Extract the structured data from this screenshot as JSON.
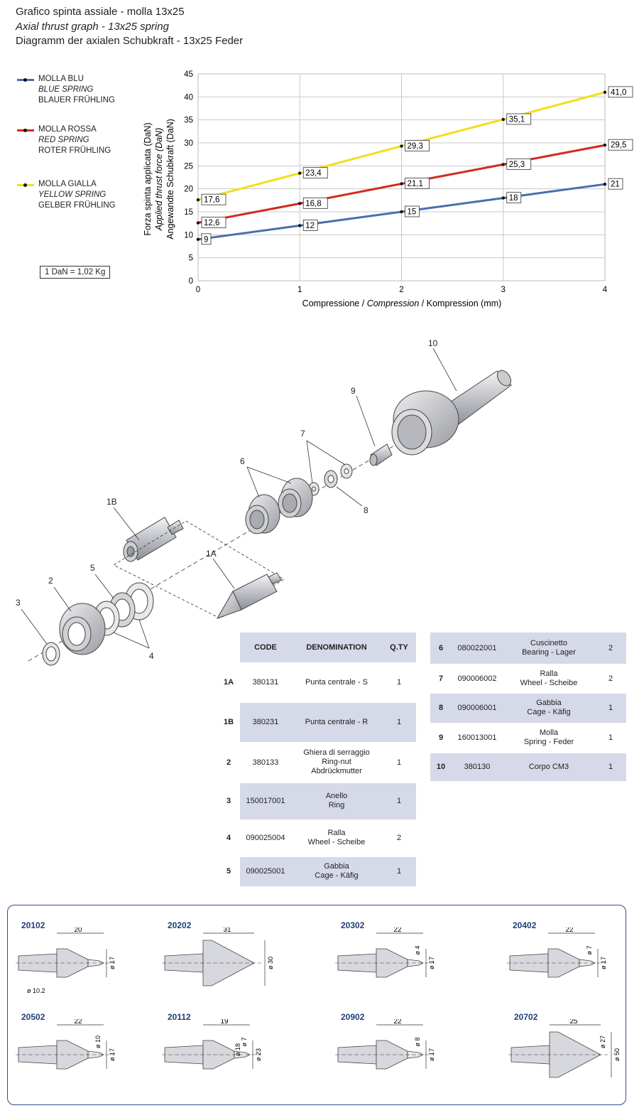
{
  "titles": [
    "Grafico spinta assiale - molla 13x25",
    "Axial thrust graph - 13x25 spring",
    "Diagramm der axialen Schubkraft - 13x25 Feder"
  ],
  "legend": [
    {
      "it": "MOLLA BLU",
      "en": "BLUE SPRING",
      "de": "BLAUER FRÜHLING",
      "color": "#4a6eaf"
    },
    {
      "it": "MOLLA ROSSA",
      "en": "RED SPRING",
      "de": "ROTER FRÜHLING",
      "color": "#d42a1f"
    },
    {
      "it": "MOLLA GIALLA",
      "en": "YELLOW SPRING",
      "de": "GELBER FRÜHLING",
      "color": "#f1df1b"
    }
  ],
  "conversion": "1 DaN = 1,02 Kg",
  "chart_data": {
    "type": "line",
    "x": [
      0,
      1,
      2,
      3,
      4
    ],
    "xlim": [
      0,
      4
    ],
    "ylim": [
      0,
      45
    ],
    "yticks": [
      0,
      5,
      10,
      15,
      20,
      25,
      30,
      35,
      40,
      45
    ],
    "xticks": [
      0,
      1,
      2,
      3,
      4
    ],
    "grid": true,
    "ylabel_lines": [
      "Forza spinta applicata (DaN)",
      "Applied thrust force (DaN)",
      "Angewandte Schubkraft (DaN)"
    ],
    "xlabel_parts": [
      "Compressione / ",
      "Compression",
      " / Kompression (mm)"
    ],
    "series": [
      {
        "color": "#4a6eaf",
        "values": [
          9,
          12,
          15,
          18,
          21
        ],
        "labels": [
          "9",
          "12",
          "15",
          "18",
          "21"
        ]
      },
      {
        "color": "#d42a1f",
        "values": [
          12.6,
          16.8,
          21.1,
          25.3,
          29.5
        ],
        "labels": [
          "12,6",
          "16,8",
          "21,1",
          "25,3",
          "29,5"
        ]
      },
      {
        "color": "#f1df1b",
        "values": [
          17.6,
          23.4,
          29.3,
          35.1,
          41.0
        ],
        "labels": [
          "17,6",
          "23,4",
          "29,3",
          "35,1",
          "41,0"
        ]
      }
    ]
  },
  "callouts": [
    "10",
    "9",
    "7",
    "6",
    "8",
    "1B",
    "5",
    "2",
    "1A",
    "3",
    "4"
  ],
  "table_left": {
    "headers": [
      "CODE",
      "DENOMINATION",
      "Q.TY"
    ],
    "rows": [
      {
        "num": "1A",
        "code": "380131",
        "den": [
          "Punta centrale - S"
        ],
        "qty": "1"
      },
      {
        "num": "1B",
        "code": "380231",
        "den": [
          "Punta centrale - R"
        ],
        "qty": "1"
      },
      {
        "num": "2",
        "code": "380133",
        "den": [
          "Ghiera di serraggio",
          "Ring-nut",
          "Abdrückmutter"
        ],
        "qty": "1"
      },
      {
        "num": "3",
        "code": "150017001",
        "den": [
          "Anello",
          "Ring"
        ],
        "qty": "1"
      },
      {
        "num": "4",
        "code": "090025004",
        "den": [
          "Ralla",
          "Wheel - Scheibe"
        ],
        "qty": "2"
      },
      {
        "num": "5",
        "code": "090025001",
        "den": [
          "Gabbia",
          "Cage - Käfig"
        ],
        "qty": "1"
      }
    ]
  },
  "table_right": {
    "rows": [
      {
        "num": "6",
        "code": "080022001",
        "den": [
          "Cuscinetto",
          "Bearing - Lager"
        ],
        "qty": "2"
      },
      {
        "num": "7",
        "code": "090006002",
        "den": [
          "Ralla",
          "Wheel - Scheibe"
        ],
        "qty": "2"
      },
      {
        "num": "8",
        "code": "090006001",
        "den": [
          "Gabbia",
          "Cage - Käfig"
        ],
        "qty": "1"
      },
      {
        "num": "9",
        "code": "160013001",
        "den": [
          "Molla",
          "Spring - Feder"
        ],
        "qty": "1"
      },
      {
        "num": "10",
        "code": "380130",
        "den": [
          "Corpo CM3"
        ],
        "qty": "1"
      }
    ]
  },
  "tools": [
    {
      "code": "20102",
      "len": "20",
      "dia": "ø 17",
      "small": "",
      "extra": "ø 10.2"
    },
    {
      "code": "20202",
      "len": "31",
      "dia": "ø 30",
      "small": "",
      "extra": ""
    },
    {
      "code": "20302",
      "len": "22",
      "dia": "ø 17",
      "small": "ø 4",
      "extra": ""
    },
    {
      "code": "20402",
      "len": "22",
      "dia": "ø 17",
      "small": "ø 7",
      "extra": ""
    },
    {
      "code": "20502",
      "len": "22",
      "dia": "ø 17",
      "small": "ø 10",
      "extra": ""
    },
    {
      "code": "20112",
      "len": "19",
      "dia": "ø 23",
      "small": "ø 7",
      "extra": "ø 18"
    },
    {
      "code": "20902",
      "len": "22",
      "dia": "ø 17",
      "small": "ø 8",
      "extra": ""
    },
    {
      "code": "20702",
      "len": "25",
      "dia": "ø 50",
      "small": "ø 27",
      "extra": ""
    }
  ]
}
